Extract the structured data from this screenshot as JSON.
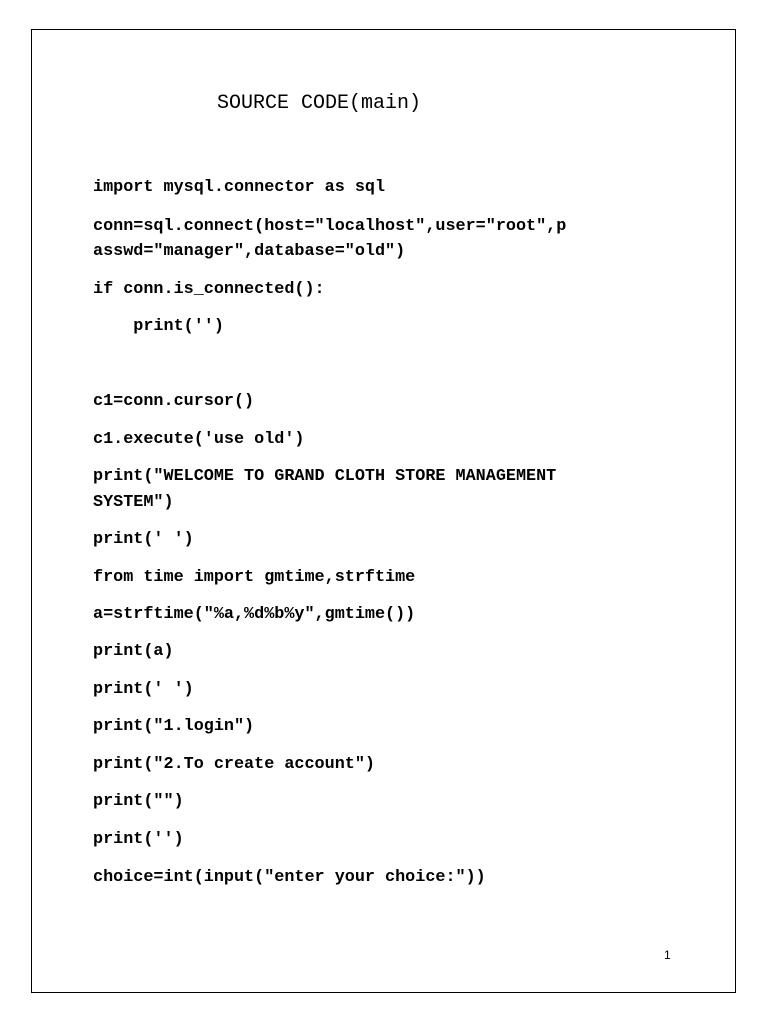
{
  "document": {
    "title": "SOURCE CODE(main)",
    "code_lines": [
      "import mysql.connector as sql",
      "conn=sql.connect(host=\"localhost\",user=\"root\",p",
      "asswd=\"manager\",database=\"old\")",
      "if conn.is_connected():",
      "    print('')",
      "c1=conn.cursor()",
      "c1.execute('use old')",
      "print(\"WELCOME TO GRAND CLOTH STORE MANAGEMENT",
      "SYSTEM\")",
      "print(' ')",
      "from time import gmtime,strftime",
      "a=strftime(\"%a,%d%b%y\",gmtime())",
      "print(a)",
      "print(' ')",
      "print(\"1.login\")",
      "print(\"2.To create account\")",
      "print(\"\")",
      "print('')",
      "choice=int(input(\"enter your choice:\"))"
    ],
    "page_number": "1"
  }
}
